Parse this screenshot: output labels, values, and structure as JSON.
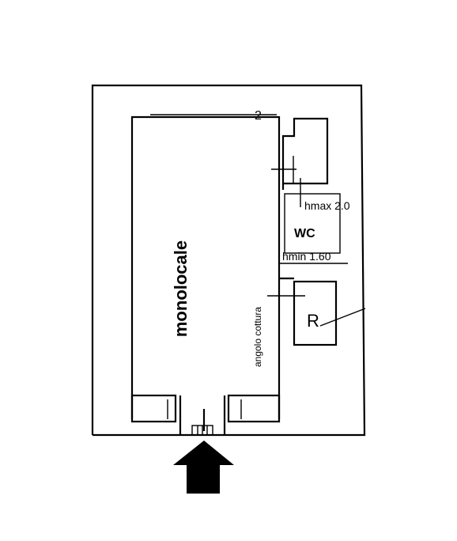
{
  "rooms": {
    "main_room": "monolocale",
    "kitchen_corner": "angolo cottura",
    "bathroom": "WC",
    "utility": "R"
  },
  "annotations": {
    "height_max": "hmax 2.0",
    "height_min": "hmin 1.60",
    "corner_mark": "2"
  },
  "colors": {
    "ink": "#000000",
    "paper": "#ffffff"
  },
  "icons": {
    "entrance": "arrow-up-icon"
  }
}
